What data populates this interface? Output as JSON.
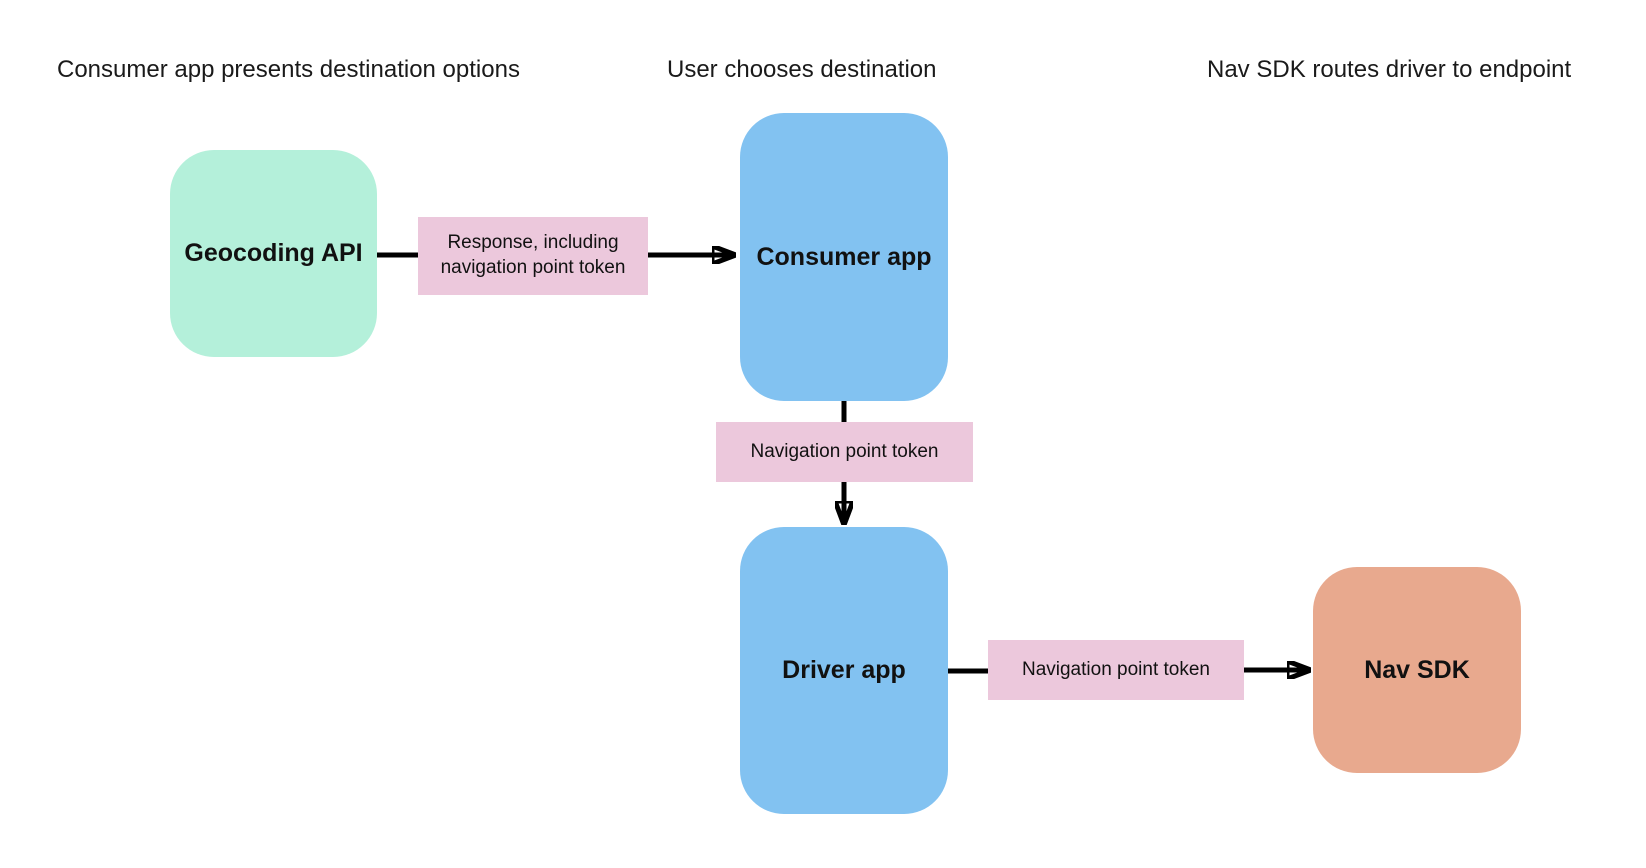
{
  "diagram": {
    "headers": [
      {
        "label": "Consumer app presents destination options"
      },
      {
        "label": "User chooses destination"
      },
      {
        "label": "Nav SDK routes driver to endpoint"
      }
    ],
    "nodes": [
      {
        "id": "geocoding-api",
        "label": "Geocoding API",
        "color": "#b4f0da"
      },
      {
        "id": "consumer-app",
        "label": "Consumer app",
        "color": "#82c2f1"
      },
      {
        "id": "driver-app",
        "label": "Driver app",
        "color": "#82c2f1"
      },
      {
        "id": "nav-sdk",
        "label": "Nav SDK",
        "color": "#e8a98e"
      }
    ],
    "edges": [
      {
        "from": "Geocoding API",
        "to": "Consumer app",
        "label": "Response, including navigation point token"
      },
      {
        "from": "Consumer app",
        "to": "Driver app",
        "label": "Navigation point token"
      },
      {
        "from": "Driver app",
        "to": "Nav SDK",
        "label": "Navigation point token"
      }
    ],
    "colors": {
      "background": "#ffffff",
      "node_green": "#b4f0da",
      "node_blue": "#82c2f1",
      "node_salmon": "#e8a98e",
      "edge_label_pink": "#ecc8dc",
      "arrow": "#000000",
      "text": "#1a1a1a"
    }
  }
}
